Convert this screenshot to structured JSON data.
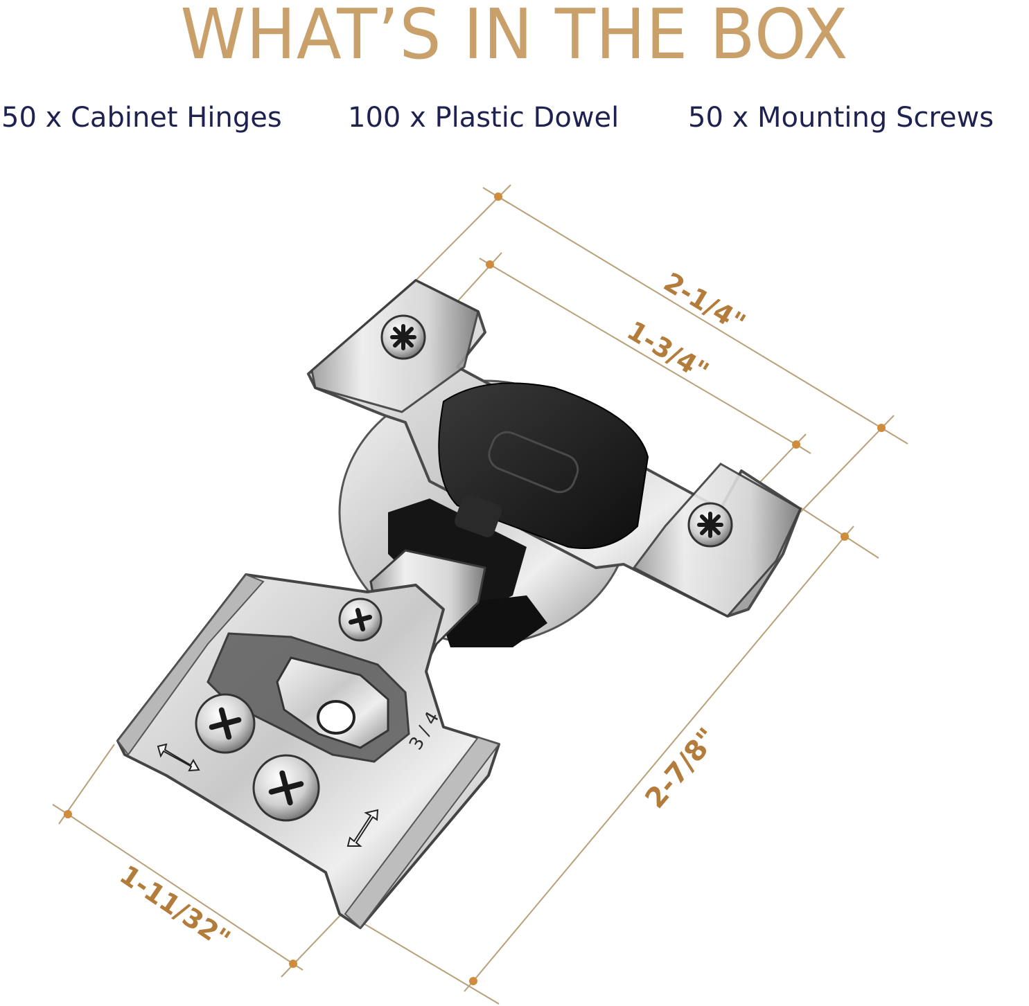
{
  "header": {
    "title": "WHAT’S IN THE BOX"
  },
  "contents": [
    {
      "quantity": "50",
      "label": "50 x Cabinet Hinges"
    },
    {
      "quantity": "100",
      "label": "100 x Plastic Dowel"
    },
    {
      "quantity": "50",
      "label": "50 x Mounting Screws"
    }
  ],
  "dimensions": {
    "overall_width": "2-1/4\"",
    "screw_spacing": "1-3/4\"",
    "overall_length": "2-7/8\"",
    "plate_width": "1-11/32\""
  },
  "product": {
    "overlay_marking": "3 / 4"
  },
  "colors": {
    "title": "#c9a06a",
    "items_text": "#1f2250",
    "dimension_line": "#b8a078",
    "dimension_dot": "#cf8c3c",
    "dimension_text": "#b47c3a",
    "metal_light": "#e8e8e8",
    "metal_dark": "#5a5a5a",
    "plastic": "#1a1a1a"
  }
}
